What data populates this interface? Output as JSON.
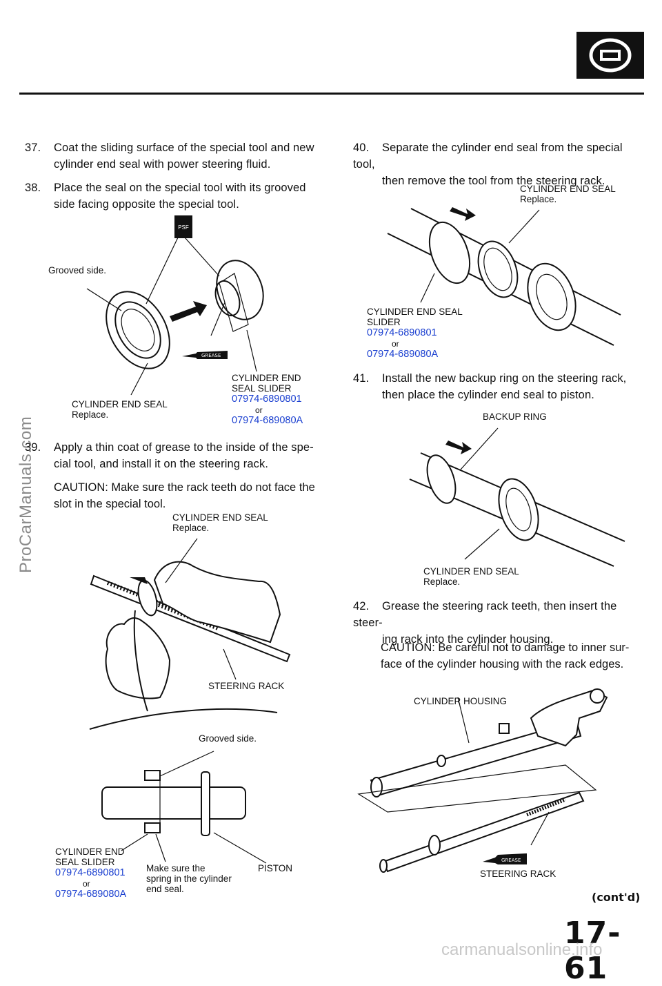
{
  "steps": {
    "s37": {
      "num": "37.",
      "line1": "Coat the sliding surface of the special tool and new",
      "line2": "cylinder end seal with power steering fluid."
    },
    "s38": {
      "num": "38.",
      "line1": "Place the seal on the special tool with its grooved",
      "line2": "side facing opposite the special tool."
    },
    "s39": {
      "num": "39.",
      "line1": "Apply a thin coat of grease to the inside of the spe-",
      "line2": "cial tool, and install it on the steering rack.",
      "caution1": "CAUTION: Make sure the rack teeth do not face the",
      "caution2": "slot in the special tool."
    },
    "s40": {
      "num": "40.",
      "line1": "Separate the cylinder end seal from the special tool,",
      "line2": "then remove the tool from the steering rack."
    },
    "s41": {
      "num": "41.",
      "line1": "Install the new backup ring on the steering rack,",
      "line2": "then place the cylinder end seal to piston."
    },
    "s42": {
      "num": "42.",
      "line1": "Grease the steering rack teeth, then insert the steer-",
      "line2": "ing rack into the cylinder housing.",
      "caution1": "CAUTION: Be careful not to damage to inner sur-",
      "caution2": "face of the cylinder housing with the rack edges."
    }
  },
  "labels": {
    "psf": "PSF",
    "grease": "GREASE",
    "grooved_side": "Grooved side.",
    "ces": "CYLINDER END SEAL",
    "replace": "Replace.",
    "ces_slider_a1": "CYLINDER END",
    "ces_slider_a2": "SEAL SLIDER",
    "ces_slider_b1": "CYLINDER END SEAL",
    "ces_slider_b2": "SLIDER",
    "pn1": "07974-6890801",
    "or": "or",
    "pn2": "07974-689080A",
    "steering_rack": "STEERING RACK",
    "backup_ring": "BACKUP RING",
    "cylinder_housing": "CYLINDER HOUSING",
    "make_sure1": "Make sure the",
    "make_sure2": "spring in the cylinder",
    "make_sure3": "end seal.",
    "piston": "PISTON"
  },
  "footer": {
    "contd": "(cont'd)",
    "page": "17-61",
    "watermark": "carmanualsonline.info"
  },
  "side_watermark": "ProCarManuals.com",
  "icon": "steering-wheel-icon"
}
